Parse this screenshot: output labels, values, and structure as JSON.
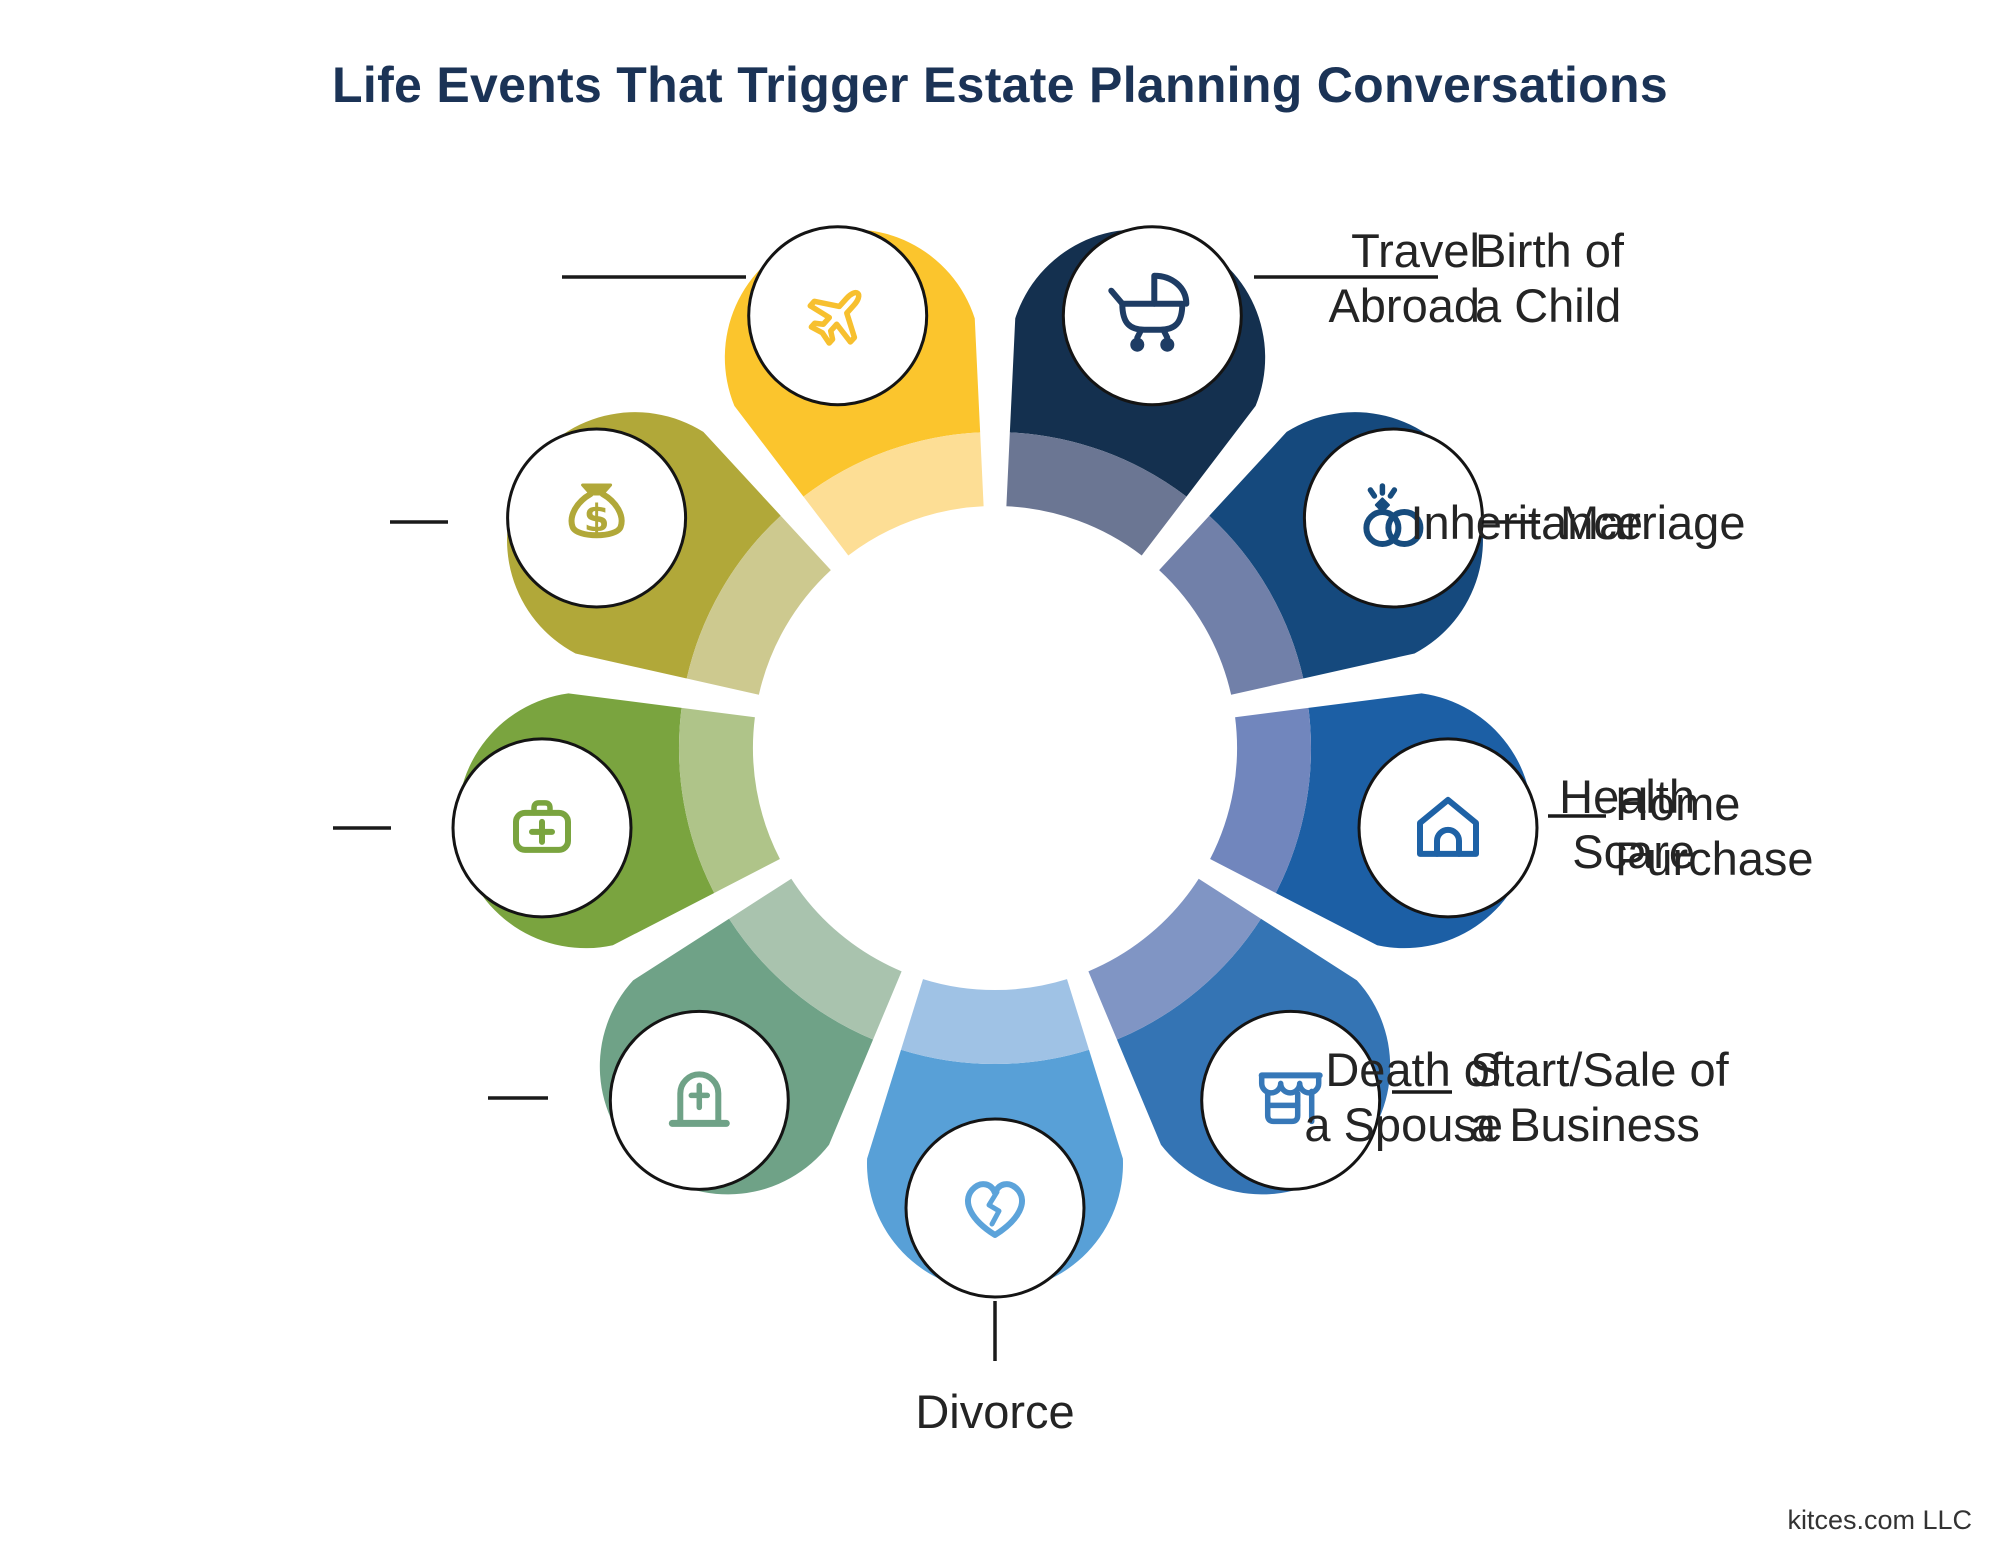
{
  "title": {
    "text": "Life Events That Trigger Estate Planning Conversations",
    "color": "#1B3356"
  },
  "footer": {
    "text": "kitces.com LLC"
  },
  "wheel": {
    "description": "Nine life-event petals arranged in a circle",
    "connector_color": "#1a1a1a",
    "badge_outline_color": "#141414",
    "petals": [
      {
        "id": "travel-abroad",
        "label_lines": [
          "Travel",
          "Abroad"
        ],
        "icon": "airplane-icon",
        "color": "#FBC52D",
        "tint": "#FDDE95",
        "icon_color": "#F7C02F"
      },
      {
        "id": "birth-of-a-child",
        "label_lines": [
          "Birth of",
          "a Child"
        ],
        "icon": "stroller-icon",
        "color": "#14304F",
        "tint": "#6B7693",
        "icon_color": "#1E3C64"
      },
      {
        "id": "marriage",
        "label_lines": [
          "Marriage"
        ],
        "icon": "wedding-rings-icon",
        "color": "#15497D",
        "tint": "#7180A9",
        "icon_color": "#174C7E"
      },
      {
        "id": "home-purchase",
        "label_lines": [
          "Home",
          "Purchase"
        ],
        "icon": "house-icon",
        "color": "#1C5FA5",
        "tint": "#7186BD",
        "icon_color": "#1E62A6"
      },
      {
        "id": "start-sale-of-a-business",
        "label_lines": [
          "Start/Sale of",
          "a Business"
        ],
        "icon": "storefront-icon",
        "color": "#3474B4",
        "tint": "#8095C4",
        "icon_color": "#3778B8"
      },
      {
        "id": "divorce",
        "label_lines": [
          "Divorce"
        ],
        "icon": "broken-heart-icon",
        "color": "#58A0D7",
        "tint": "#9FC2E5",
        "icon_color": "#5CA3DA"
      },
      {
        "id": "death-of-a-spouse",
        "label_lines": [
          "Death of",
          "a Spouse"
        ],
        "icon": "tombstone-icon",
        "color": "#6FA287",
        "tint": "#A9C3AE",
        "icon_color": "#6FA287"
      },
      {
        "id": "health-scare",
        "label_lines": [
          "Health",
          "Scare"
        ],
        "icon": "medical-bag-icon",
        "color": "#7AA43F",
        "tint": "#AFC489",
        "icon_color": "#7AA43F"
      },
      {
        "id": "inheritance",
        "label_lines": [
          "Inheritance"
        ],
        "icon": "money-bag-icon",
        "color": "#B1A839",
        "tint": "#CDC98F",
        "icon_color": "#B1A839"
      }
    ]
  }
}
